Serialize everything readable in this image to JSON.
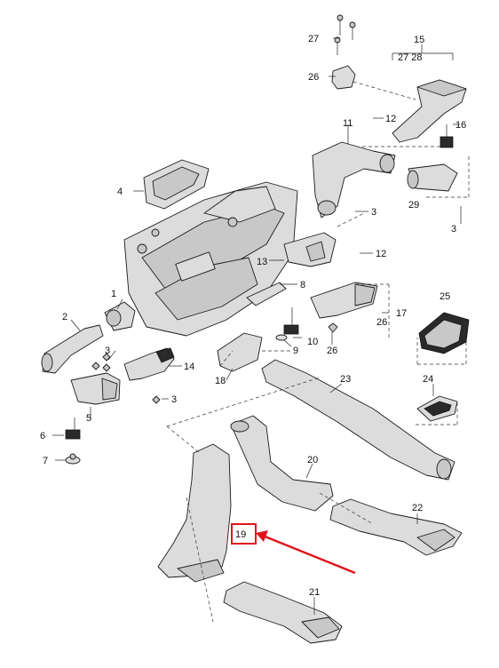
{
  "callouts": [
    "1",
    "2",
    "3",
    "4",
    "5",
    "6",
    "7",
    "8",
    "9",
    "10",
    "11",
    "12",
    "13",
    "14",
    "15",
    "16",
    "17",
    "18",
    "19",
    "20",
    "21",
    "22",
    "23",
    "24",
    "25",
    "26",
    "27",
    "28",
    "29"
  ],
  "group_15_sub": "27 28",
  "highlight": {
    "part": "19",
    "color": "#e0141c"
  },
  "icons": [
    "hvac-housing",
    "air-duct",
    "screw",
    "clip",
    "arrow"
  ]
}
